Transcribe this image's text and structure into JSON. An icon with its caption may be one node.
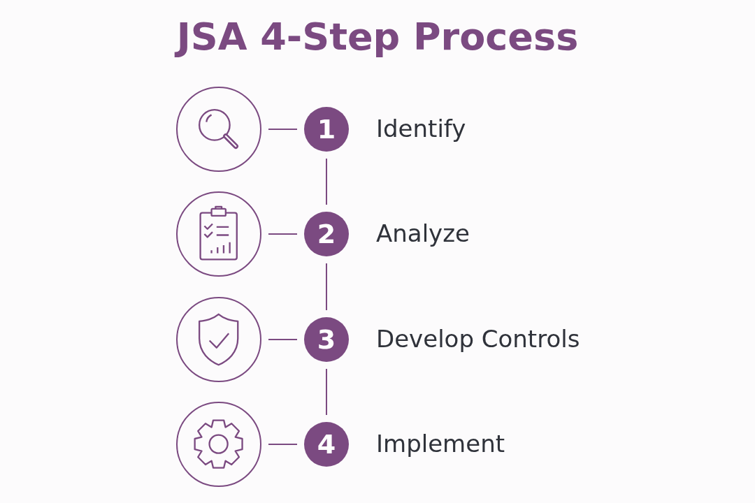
{
  "diagram": {
    "title": "JSA 4-Step Process",
    "nodes": [
      {
        "text": [],
        "shape": "circle"
      },
      {
        "text": [
          "1"
        ],
        "beside": [
          "Identify"
        ]
      },
      {
        "text": [],
        "shape": "circle"
      },
      {
        "text": [
          "2"
        ],
        "beside": [
          "Analyze"
        ]
      },
      {
        "text": [],
        "shape": "circle"
      },
      {
        "text": [
          "3"
        ],
        "beside": [
          "Develop Controls"
        ]
      },
      {
        "text": [],
        "shape": "circle"
      },
      {
        "text": [
          "4"
        ],
        "beside": [
          "Implement"
        ]
      }
    ],
    "edges": [
      {
        "from": 0,
        "to": 1,
        "arrow": "none"
      },
      {
        "from": 1,
        "to": 3,
        "arrow": "none"
      },
      {
        "from": 2,
        "to": 3,
        "arrow": "none"
      },
      {
        "from": 3,
        "to": 5,
        "arrow": "none"
      },
      {
        "from": 4,
        "to": 5,
        "arrow": "none"
      },
      {
        "from": 5,
        "to": 7,
        "arrow": "none"
      },
      {
        "from": 6,
        "to": 7,
        "arrow": "none"
      }
    ]
  }
}
